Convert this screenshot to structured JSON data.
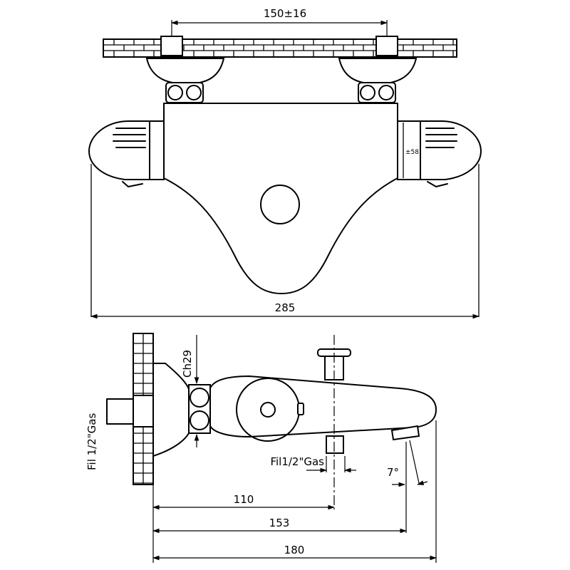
{
  "front_view": {
    "spacing_label": "150±16",
    "width_label": "285",
    "knob_label": "±58"
  },
  "side_view": {
    "hex_label": "Ch29",
    "inlet_thread_label": "Fil 1/2\"Gas",
    "outlet_thread_label": "Fil1/2\"Gas",
    "angle_label": "7°",
    "depth_110_label": "110",
    "depth_153_label": "153",
    "depth_180_label": "180"
  }
}
